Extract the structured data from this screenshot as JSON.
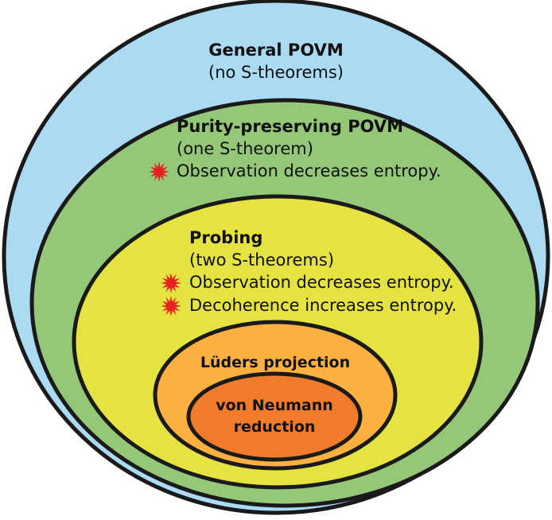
{
  "diagram": {
    "general": {
      "title": "General POVM",
      "subtitle": "(no S-theorems)",
      "fill": "#abdaf3"
    },
    "purity": {
      "title": "Purity-preserving POVM",
      "subtitle": "(one S-theorem)",
      "items": [
        "Observation decreases entropy."
      ],
      "fill": "#94c878"
    },
    "probing": {
      "title": "Probing",
      "subtitle": "(two S-theorems)",
      "items": [
        "Observation decreases entropy.",
        "Decoherence increases entropy."
      ],
      "fill": "#e4e342"
    },
    "luders": {
      "title": "Lüders projection",
      "fill": "#fbb03f"
    },
    "vonneumann": {
      "title_line1": "von Neumann",
      "title_line2": "reduction",
      "fill": "#f07b2b"
    },
    "marker_color": "#e8221f",
    "stroke_color": "#1a1a1a"
  }
}
